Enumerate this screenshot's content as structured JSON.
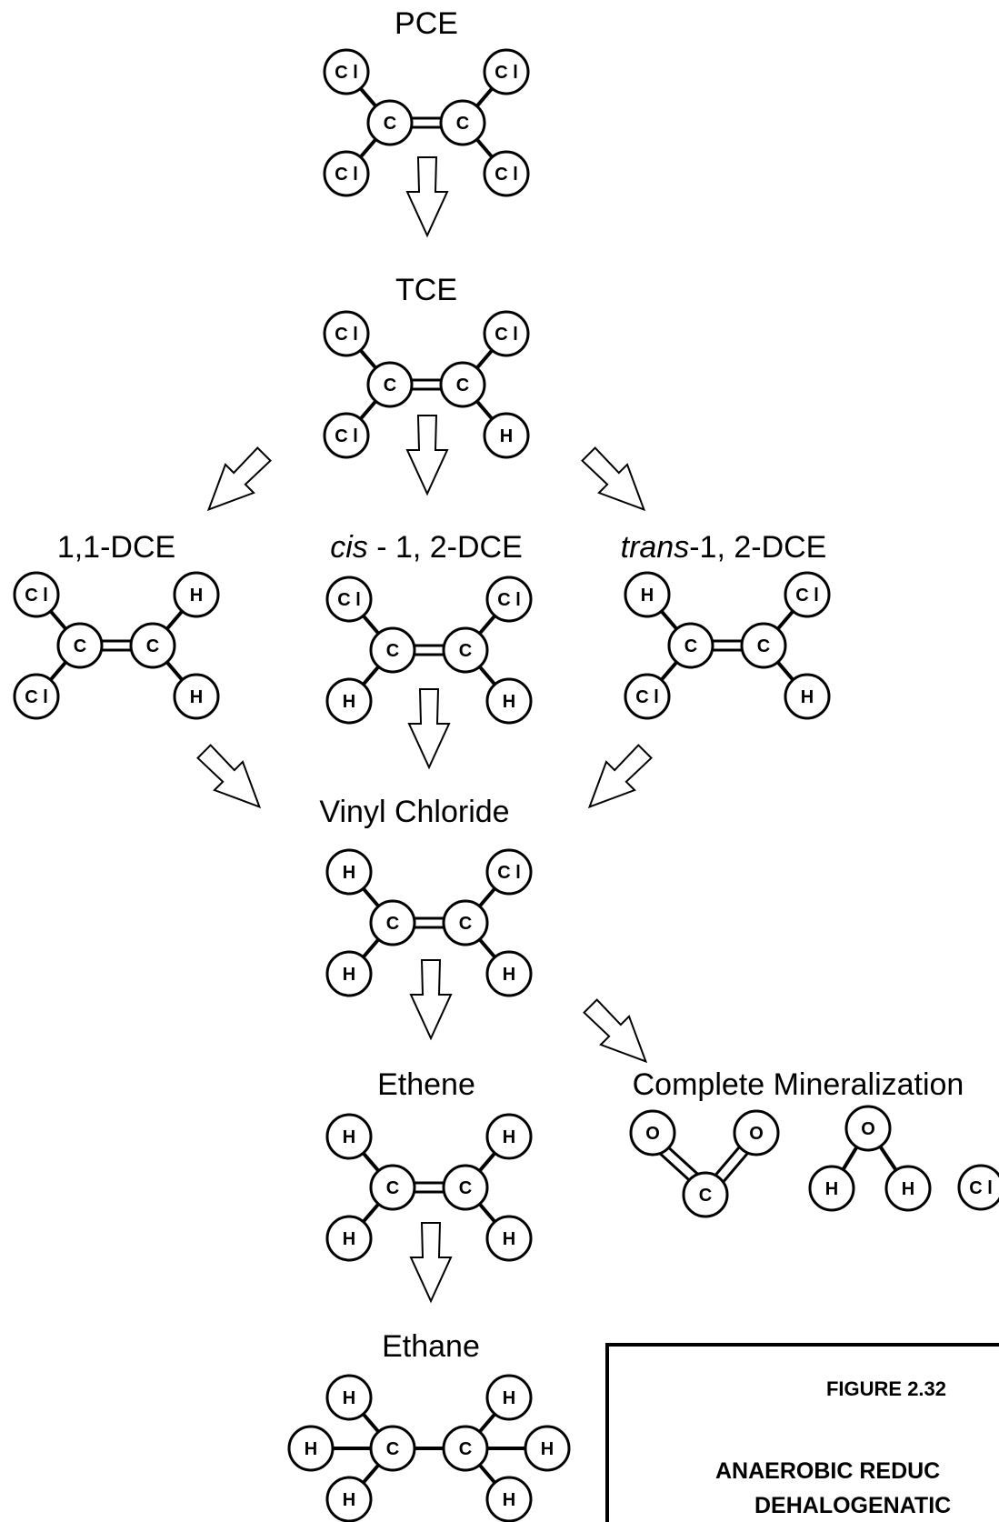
{
  "molecules": {
    "pce": {
      "label": "PCE",
      "atoms": {
        "c1": "C",
        "c2": "C",
        "tl": "C l",
        "tr": "C l",
        "bl": "C l",
        "br": "C l"
      }
    },
    "tce": {
      "label": "TCE",
      "atoms": {
        "c1": "C",
        "c2": "C",
        "tl": "C l",
        "tr": "C l",
        "bl": "C l",
        "br": "H"
      }
    },
    "dce11": {
      "label": "1,1-DCE",
      "atoms": {
        "c1": "C",
        "c2": "C",
        "tl": "C l",
        "tr": "H",
        "bl": "C l",
        "br": "H"
      }
    },
    "cisdce": {
      "label_prefix": "cis",
      "label_suffix": " - 1, 2-DCE",
      "atoms": {
        "c1": "C",
        "c2": "C",
        "tl": "C l",
        "tr": "C l",
        "bl": "H",
        "br": "H"
      }
    },
    "transdce": {
      "label_prefix": "trans",
      "label_suffix": "-1, 2-DCE",
      "atoms": {
        "c1": "C",
        "c2": "C",
        "tl": "H",
        "tr": "C l",
        "bl": "C l",
        "br": "H"
      }
    },
    "vinyl": {
      "label": "Vinyl Chloride",
      "atoms": {
        "c1": "C",
        "c2": "C",
        "tl": "H",
        "tr": "C l",
        "bl": "H",
        "br": "H"
      }
    },
    "ethene": {
      "label": "Ethene",
      "atoms": {
        "c1": "C",
        "c2": "C",
        "tl": "H",
        "tr": "H",
        "bl": "H",
        "br": "H"
      }
    },
    "ethane": {
      "label": "Ethane",
      "atoms": {
        "c1": "C",
        "c2": "C",
        "tl": "H",
        "tr": "H",
        "bl": "H",
        "br": "H",
        "l": "H",
        "r": "H"
      }
    },
    "mineral": {
      "label": "Complete Mineralization",
      "co2": {
        "o1": "O",
        "o2": "O",
        "c": "C"
      },
      "h2o": {
        "o": "O",
        "h1": "H",
        "h2": "H"
      },
      "cl": "C l"
    }
  },
  "caption": {
    "figure": "FIGURE 2.32",
    "title_line1": "ANAEROBIC REDUC",
    "title_line2": "DEHALOGENATIC"
  }
}
